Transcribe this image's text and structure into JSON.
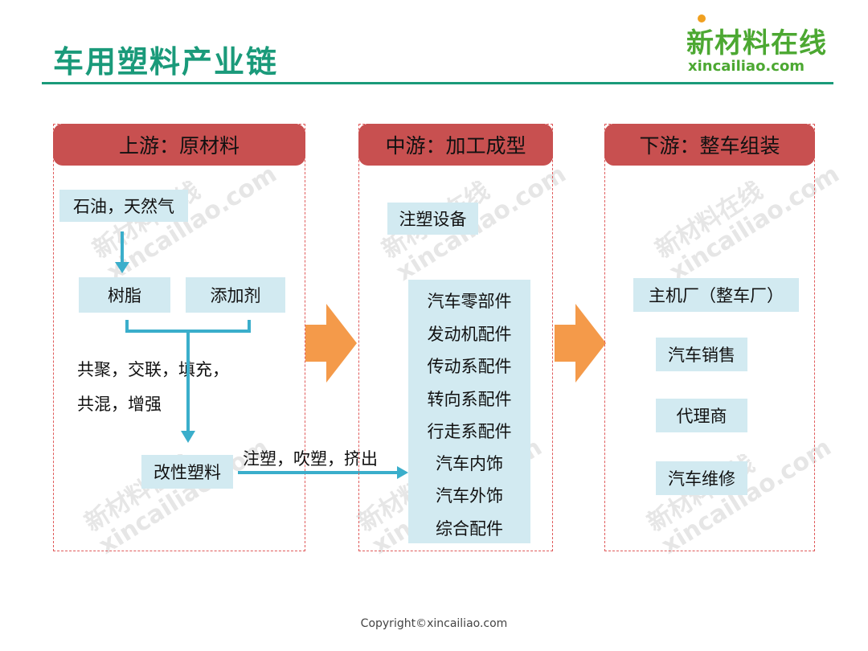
{
  "title": "车用塑料产业链",
  "logo": {
    "cn": "新材料在线",
    "en": "xincailiao.com"
  },
  "watermark": {
    "cn": "新材料在线",
    "en": "xincailiao.com"
  },
  "stages": {
    "upstream": {
      "header": "上游：原材料",
      "raw": "石油，天然气",
      "resin": "树脂",
      "additive": "添加剂",
      "process_line1": "共聚，交联，填充，",
      "process_line2": "共混，增强",
      "modified": "改性塑料",
      "molding": "注塑，吹塑，挤出"
    },
    "midstream": {
      "header": "中游：加工成型",
      "equipment": "注塑设备",
      "parts_title": "汽车零部件",
      "parts": [
        "发动机配件",
        "传动系配件",
        "转向系配件",
        "行走系配件",
        "汽车内饰",
        "汽车外饰",
        "综合配件"
      ]
    },
    "downstream": {
      "header": "下游：整车组装",
      "items": [
        "主机厂（整车厂）",
        "汽车销售",
        "代理商",
        "汽车维修"
      ]
    }
  },
  "footer": "Copyright©xincailiao.com",
  "colors": {
    "title": "#1a9a7a",
    "header": "#c85050",
    "box": "#d2eaf1",
    "arrow_big": "#f49a4a",
    "connector": "#3aaecb",
    "logo": "#4ca832"
  }
}
